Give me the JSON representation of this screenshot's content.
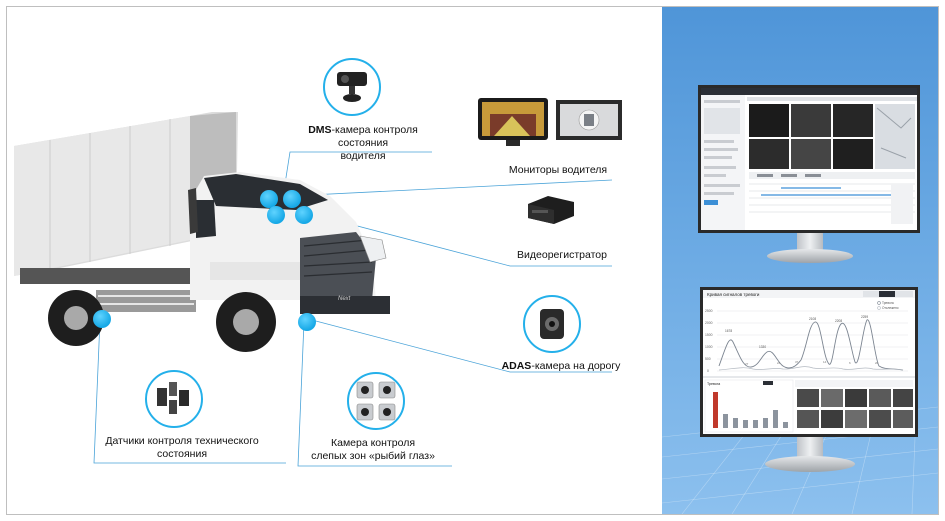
{
  "labels": {
    "dms_prefix": "DMS",
    "dms_line1": "-камера контроля состояния",
    "dms_line2": "водителя",
    "monitors": "Мониторы водителя",
    "dvr": "Видеорегистратор",
    "adas_prefix": "ADAS",
    "adas_rest": "-камера на дорогу",
    "sensors_line1": "Датчики контроля технического",
    "sensors_line2": "состояния",
    "blindspot_line1": "Камера контроля",
    "blindspot_line2": "слепых зон «рыбий глаз»"
  },
  "truck": {
    "badge": "Next"
  },
  "screen_bottom": {
    "title": "Кривая сигналов тревоги",
    "tabs": [
      "Годы",
      "Сутки",
      "Неделя"
    ],
    "legend": [
      "Тревога",
      "Отслежено"
    ],
    "y_ticks": [
      "2500",
      "2000",
      "1500",
      "1000",
      "500",
      "0"
    ],
    "peak_labels": [
      "1678",
      "1330",
      "2108",
      "2208",
      "2259"
    ],
    "low_labels": [
      "27",
      "24",
      "37",
      "14",
      "6",
      "20"
    ],
    "panel_title": "Тревога"
  },
  "colors": {
    "accent": "#24b0ea",
    "panel_top": "#4f95d8",
    "panel_bottom": "#8cc0ee"
  }
}
